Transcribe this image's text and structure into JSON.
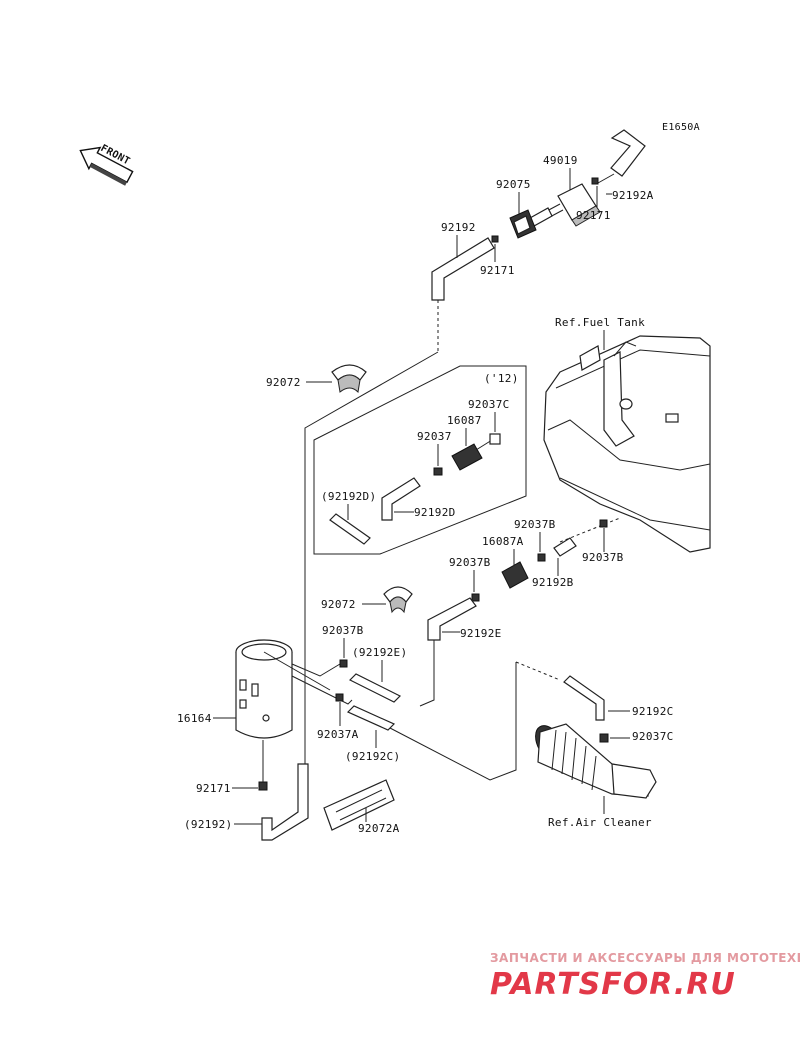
{
  "diagram": {
    "code": "E1650A",
    "front_label": "FRONT",
    "year_note": "('12)",
    "labels": {
      "p49019": "49019",
      "p92075": "92075",
      "p92171_top": "92171",
      "p92192A": "92192A",
      "p92192": "92192",
      "p92171_mid": "92171",
      "ref_fuel_tank": "Ref.Fuel Tank",
      "p92072_top": "92072",
      "p92037C": "92037C",
      "p16087": "16087",
      "p92037": "92037",
      "p92192D_paren": "(92192D)",
      "p92192D": "92192D",
      "p92037B_a": "92037B",
      "p16087A": "16087A",
      "p92037B_b": "92037B",
      "p92037B_c": "92037B",
      "p92192B": "92192B",
      "p92072_mid": "92072",
      "p92192E": "92192E",
      "p92037B_d": "92037B",
      "p92192E_paren": "(92192E)",
      "p16164": "16164",
      "p92037A": "92037A",
      "p92192C_paren": "(92192C)",
      "p92192C": "92192C",
      "p92037C_b": "92037C",
      "p92171_bot": "92171",
      "p92192_paren": "(92192)",
      "p92072A": "92072A",
      "ref_air_cleaner": "Ref.Air Cleaner"
    }
  },
  "watermark": {
    "tagline": "ЗАПЧАСТИ И АКСЕССУАРЫ ДЛЯ МОТОТЕХНИКИ",
    "brand": "PARTSFOR.RU"
  }
}
